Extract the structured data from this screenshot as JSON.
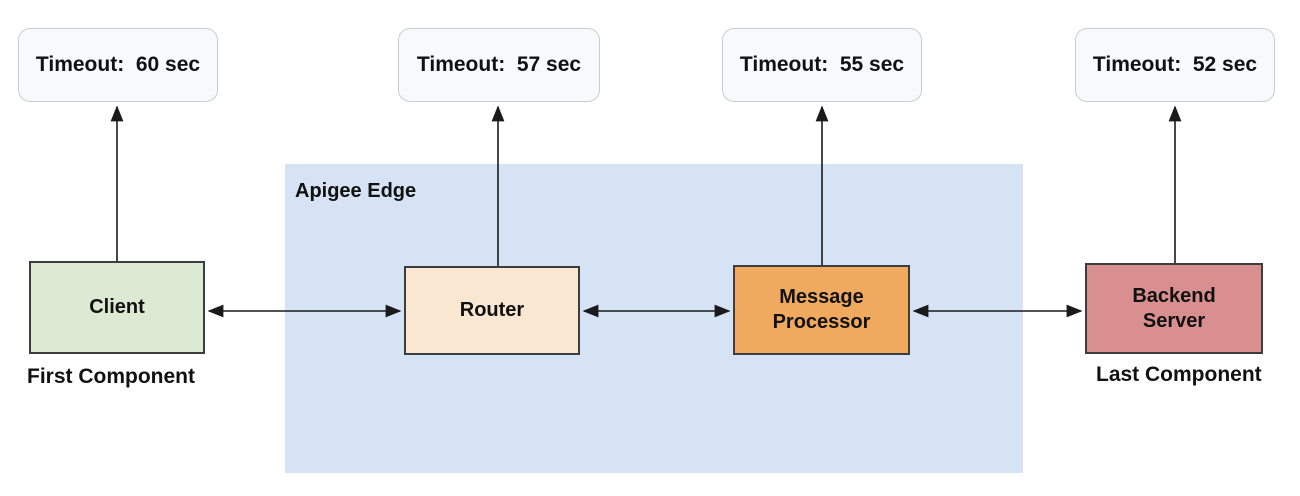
{
  "diagram": {
    "title": "Apigee Edge",
    "colors": {
      "apigee_bg": "#d5e3f4",
      "client_bg": "#dcead3",
      "router_bg": "#fae7d1",
      "message_processor_bg": "#f0aa5f",
      "backend_bg": "#d98f8f",
      "timeout_bg": "#f8f9fb",
      "timeout_border": "#c9cdd1"
    },
    "timeouts": {
      "client": "Timeout:  60 sec",
      "router": "Timeout:  57 sec",
      "message_processor": "Timeout:  55 sec",
      "backend": "Timeout:  52 sec"
    },
    "nodes": {
      "client": {
        "label": "Client",
        "caption": "First Component"
      },
      "router": {
        "label": "Router"
      },
      "message_processor": {
        "label": "Message\nProcessor"
      },
      "backend": {
        "label": "Backend\nServer",
        "caption": "Last Component"
      }
    }
  }
}
